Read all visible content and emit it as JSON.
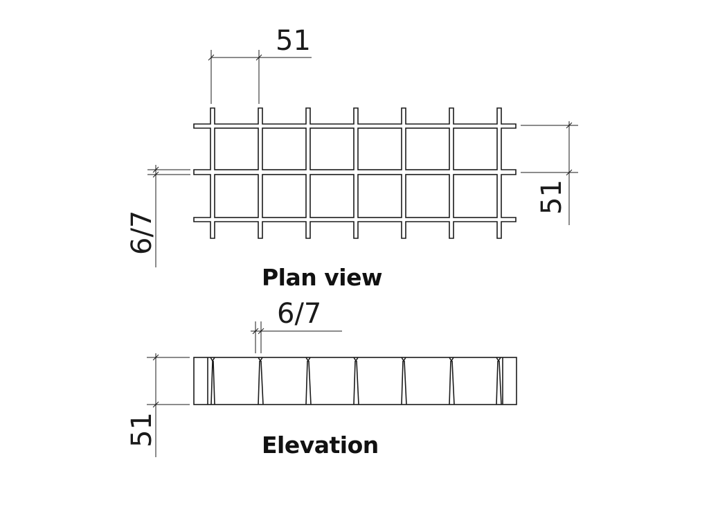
{
  "diagram": {
    "plan_view": {
      "title": "Plan view",
      "mesh_pitch": "51",
      "bar_width": "6/7",
      "panel_pitch": "51"
    },
    "elevation": {
      "title": "Elevation",
      "bar_width": "6/7",
      "height": "51"
    },
    "colors": {
      "line": "#1a1a1a",
      "background": "#ffffff"
    }
  }
}
